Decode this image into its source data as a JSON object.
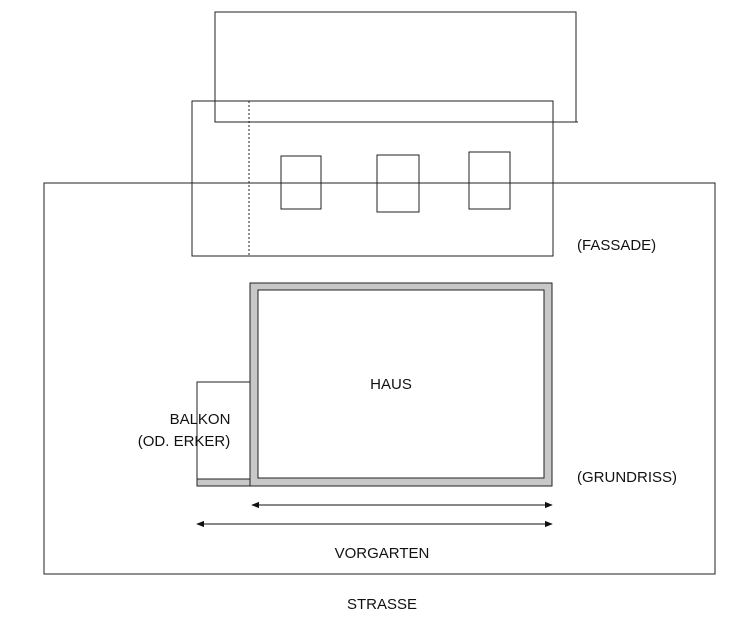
{
  "labels": {
    "fassade": "(FASSADE)",
    "haus": "HAUS",
    "balkon_line1": "BALKON",
    "balkon_line2": "(OD. ERKER)",
    "grundriss": "(GRUNDRISS)",
    "vorgarten": "VORGARTEN",
    "strasse": "STRASSE"
  },
  "colors": {
    "line": "#222222",
    "wall_fill": "#c8c8c8",
    "background": "#ffffff"
  }
}
